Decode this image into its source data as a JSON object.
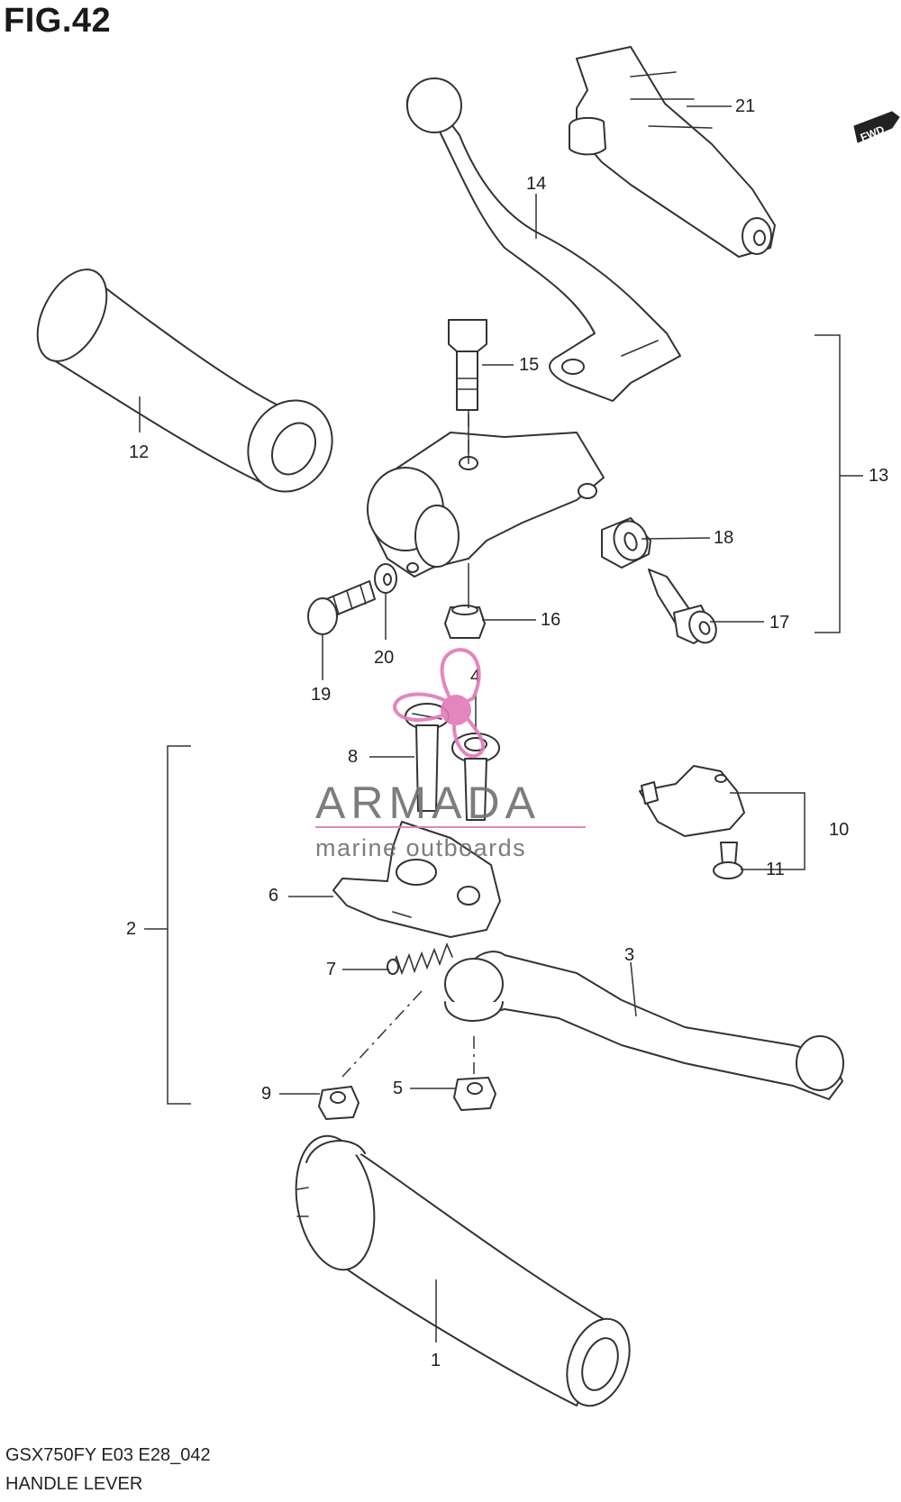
{
  "figure": {
    "title": "FIG.42",
    "model_code": "GSX750FY E03 E28_042",
    "name": "HANDLE LEVER"
  },
  "direction_badge": {
    "label": "FWD"
  },
  "watermark": {
    "brand": "ARMADA",
    "tagline": "marine outboards",
    "accent_color": "#e07ab8",
    "text_color": "#6f6f6f"
  },
  "callouts": {
    "c1": "1",
    "c2": "2",
    "c3": "3",
    "c4": "4",
    "c5": "5",
    "c6": "6",
    "c7": "7",
    "c8": "8",
    "c9": "9",
    "c10": "10",
    "c11": "11",
    "c12": "12",
    "c13": "13",
    "c14": "14",
    "c15": "15",
    "c16": "16",
    "c17": "17",
    "c18": "18",
    "c19": "19",
    "c20": "20",
    "c21": "21"
  }
}
